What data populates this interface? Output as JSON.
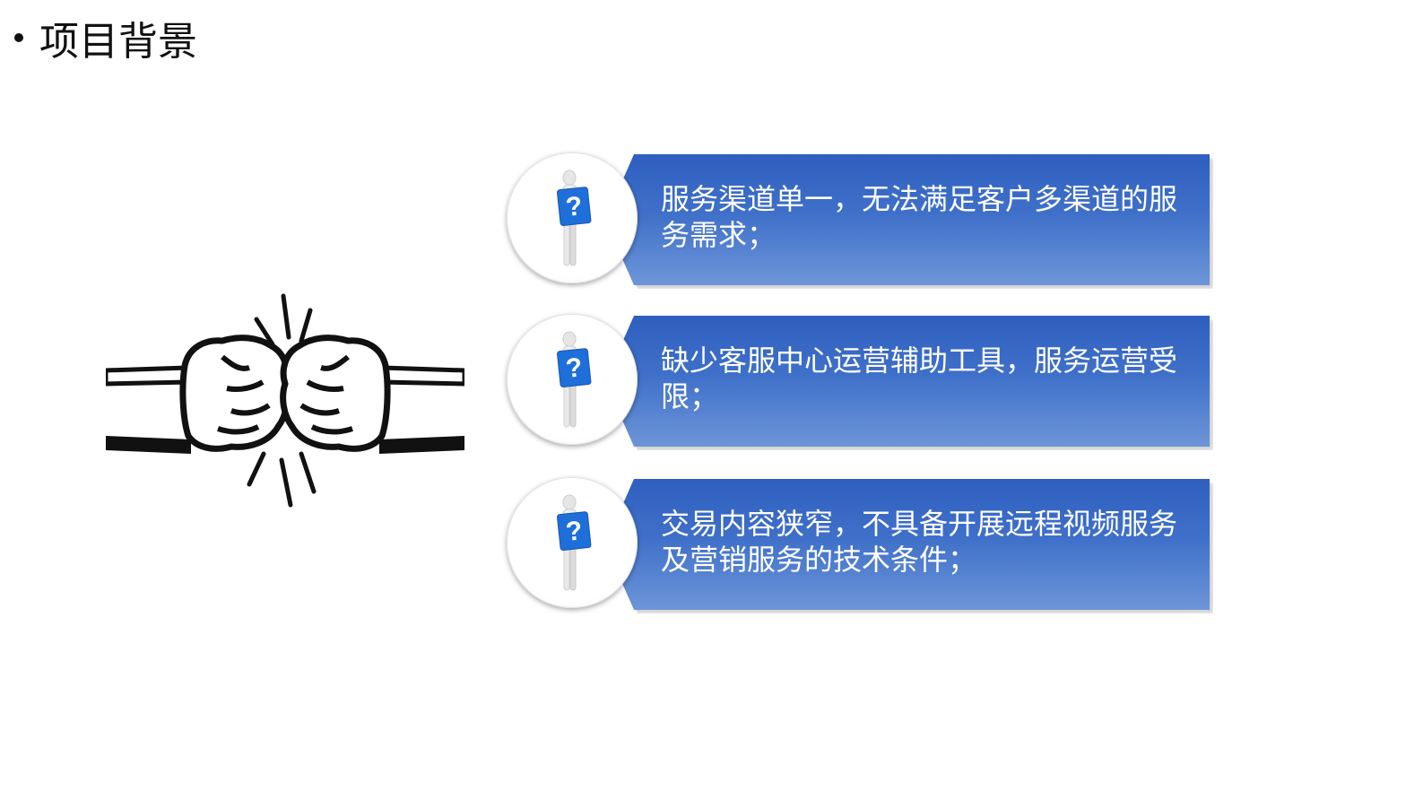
{
  "slide": {
    "title": "项目背景"
  },
  "colors": {
    "bar_top": "#2f5fbf",
    "bar_bottom": "#6d95d8",
    "text": "#ffffff",
    "sign_blue": "#1e6fd9"
  },
  "illustration": {
    "icon": "fist-bump-icon"
  },
  "cards": [
    {
      "icon": "question-person-icon",
      "text": "服务渠道单一，无法满足客户多渠道的服务需求；"
    },
    {
      "icon": "question-person-icon",
      "text": "缺少客服中心运营辅助工具，服务运营受限；"
    },
    {
      "icon": "question-person-icon",
      "text": "交易内容狭窄，不具备开展远程视频服务及营销服务的技术条件；"
    }
  ]
}
